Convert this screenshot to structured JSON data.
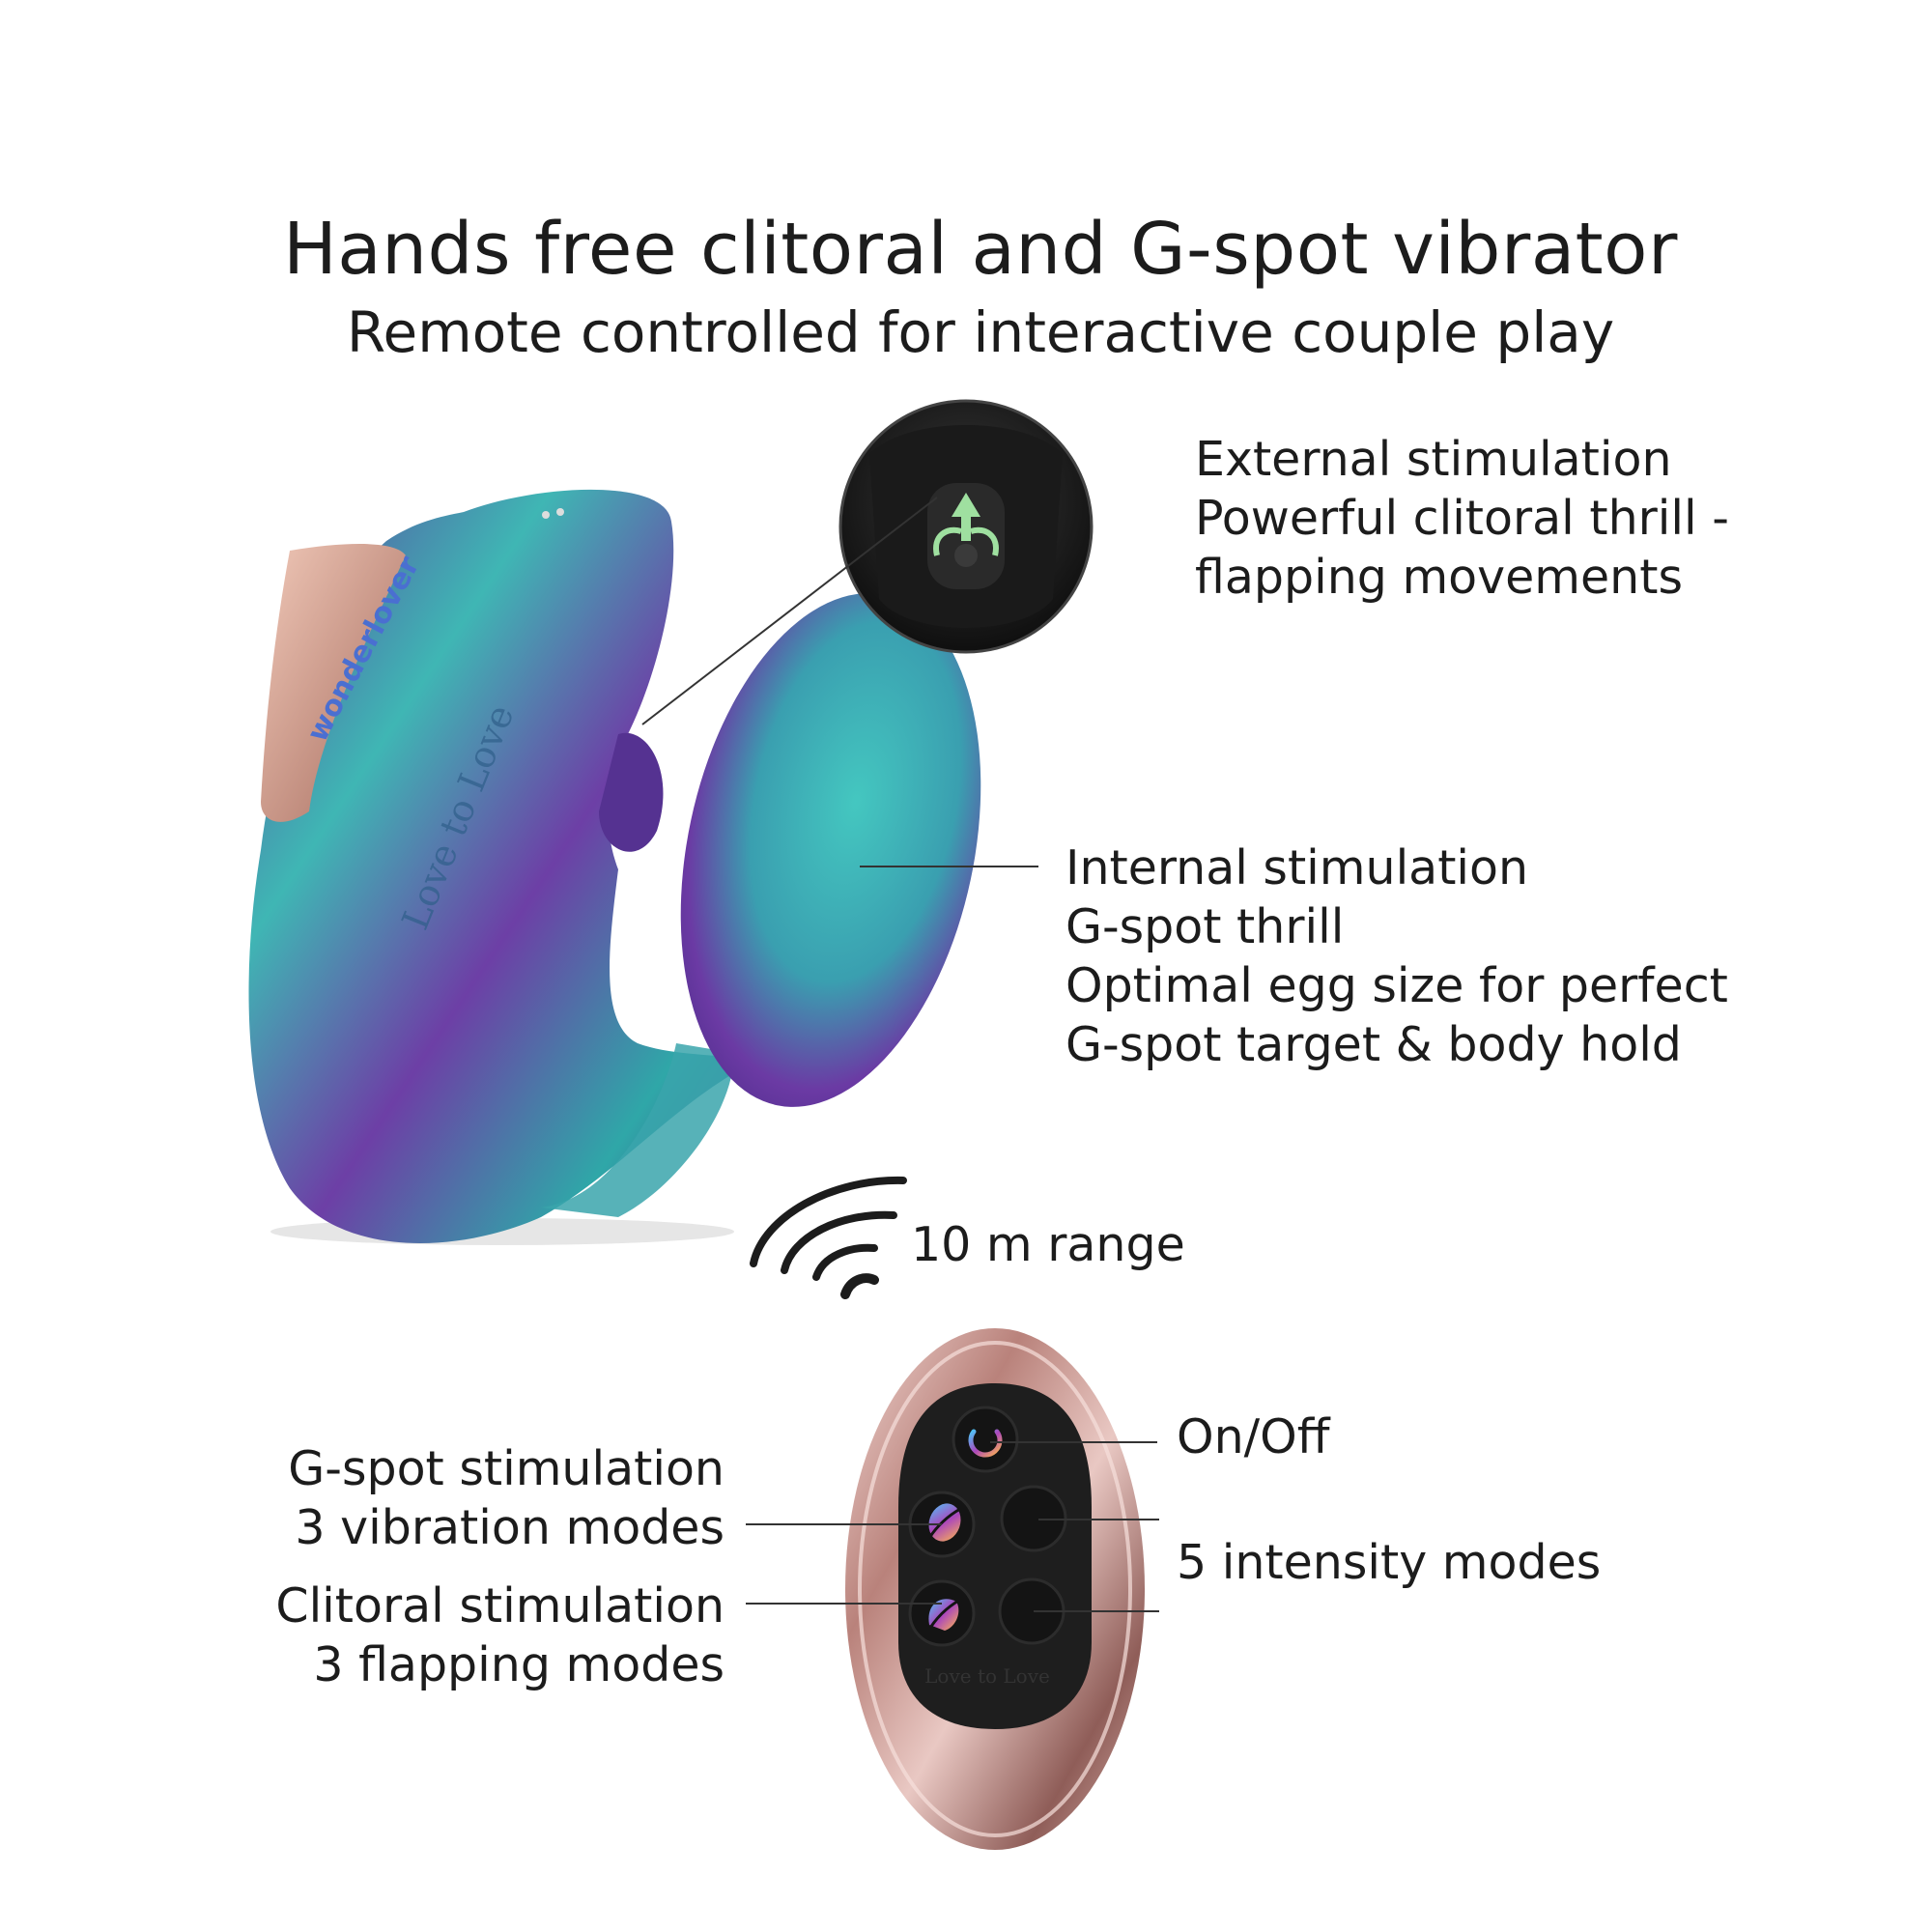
{
  "header": {
    "title": "Hands free clitoral and G-spot vibrator",
    "subtitle": "Remote controlled for interactive couple play"
  },
  "callouts": {
    "external": {
      "lines": [
        "External stimulation",
        "Powerful clitoral thrill -",
        "flapping movements"
      ]
    },
    "internal": {
      "lines": [
        "Internal stimulation",
        "G-spot thrill",
        "Optimal egg size for perfect",
        "G-spot target & body hold"
      ]
    },
    "range": {
      "text": "10 m range"
    },
    "on_off": {
      "text": "On/Off"
    },
    "intensity": {
      "text": "5 intensity modes"
    },
    "gspot": {
      "lines": [
        "G-spot stimulation",
        "3 vibration modes"
      ]
    },
    "clitoral": {
      "lines": [
        "Clitoral stimulation",
        "3 flapping modes"
      ]
    }
  },
  "product": {
    "device_brand": "Love to Love",
    "device_logo": "wonderlover",
    "remote_brand": "Love to Love"
  },
  "icons": {
    "range": "wifi-signal-icon",
    "power": "power-icon",
    "plus": "plus-icon",
    "minus": "minus-icon",
    "vibration_mode": "vibration-mode-icon",
    "flapping_mode": "flapping-mode-icon"
  },
  "colors": {
    "iridescent_teal": "#3fb6b4",
    "iridescent_purple": "#7a3fa8",
    "rose_gold": "#c99a94",
    "remote_face": "#1e1e1e"
  }
}
